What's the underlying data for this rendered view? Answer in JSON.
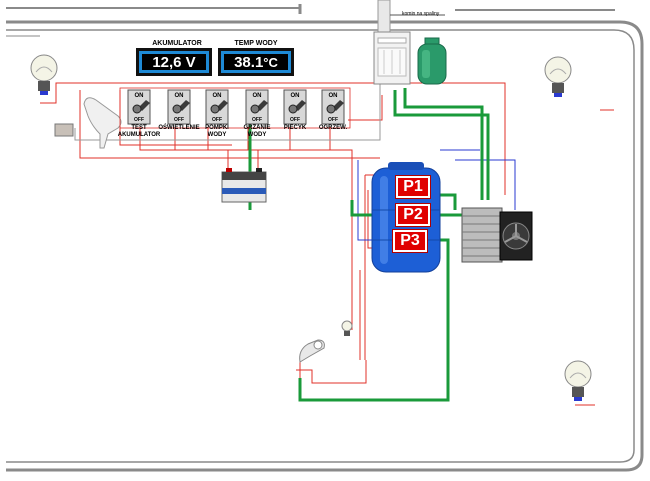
{
  "displays": {
    "battery": {
      "label": "AKUMULATOR",
      "value": "12,6 V"
    },
    "water_temp": {
      "label": "TEMP WODY",
      "value": "38.1",
      "unit": "°C"
    }
  },
  "switches": [
    {
      "on": "ON",
      "off": "OFF",
      "name_lines": [
        "TEST",
        "AKUMULATOR"
      ]
    },
    {
      "on": "ON",
      "off": "OFF",
      "name_lines": [
        "OŚWIETLENIE",
        ""
      ]
    },
    {
      "on": "ON",
      "off": "OFF",
      "name_lines": [
        "POMPKI",
        "WODY"
      ]
    },
    {
      "on": "ON",
      "off": "OFF",
      "name_lines": [
        "GRZANIE",
        "WODY"
      ]
    },
    {
      "on": "ON",
      "off": "OFF",
      "name_lines": [
        "PIECYK",
        ""
      ]
    },
    {
      "on": "ON",
      "off": "OFF",
      "name_lines": [
        "OGRZEW.",
        ""
      ]
    }
  ],
  "pumps": [
    "P1",
    "P2",
    "P3"
  ],
  "chimney_label": "komin na spaliny",
  "colors": {
    "wire_red": "#e0302a",
    "wire_green": "#1a9a3a",
    "wire_blue": "#2a3ad0",
    "wire_gray": "#9a9a9a",
    "tank_blue": "#1d5fd6",
    "pump_red": "#e00000",
    "display_blue": "#1e8ad6",
    "gas_green": "#2a9a6a"
  }
}
